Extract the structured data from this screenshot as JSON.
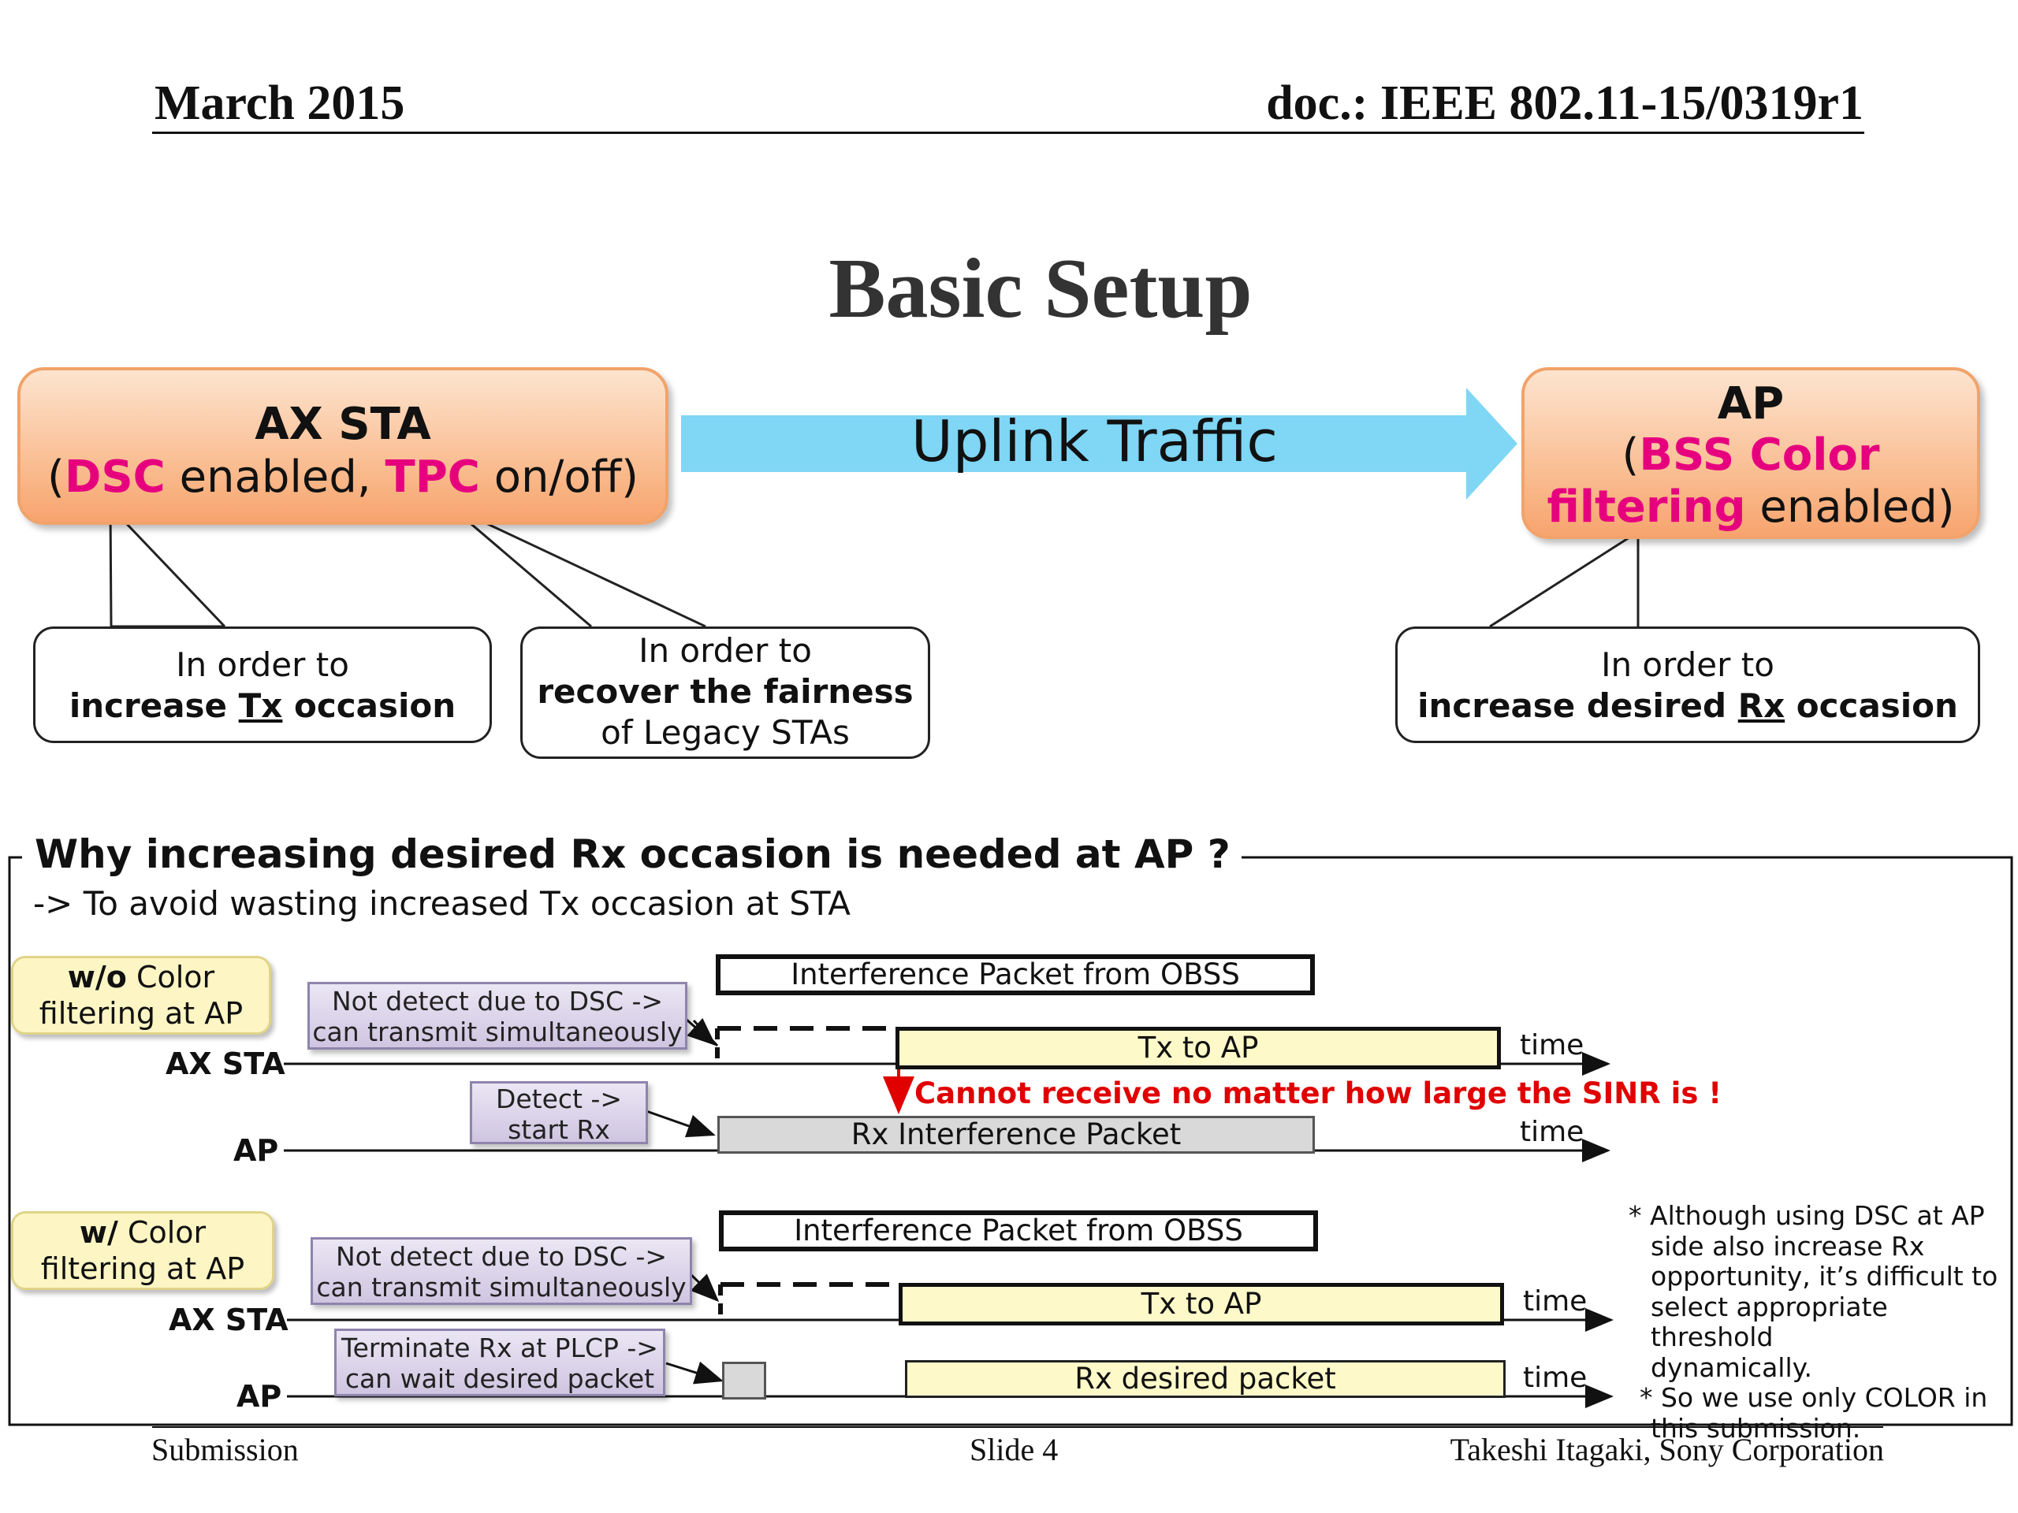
{
  "header": {
    "date": "March 2015",
    "doc": "doc.: IEEE 802.11-15/0319r1"
  },
  "title": "Basic Setup",
  "sta_box": {
    "name": "AX STA",
    "open": "(",
    "dsc": "DSC",
    "mid": " enabled, ",
    "tpc": "TPC",
    "tail": " on/off)"
  },
  "traffic_label": "Uplink Traffic",
  "ap_box": {
    "name": "AP",
    "open": "(",
    "bss": "BSS Color",
    "filtering": "filtering",
    "tail": " enabled)"
  },
  "callouts": {
    "tx": {
      "line1": "In order to",
      "pre": "increase ",
      "em": "Tx",
      "post": " occasion"
    },
    "fair": {
      "line1": "In order to",
      "line2": "recover the fairness",
      "line3": "of Legacy STAs"
    },
    "rx": {
      "line1": "In order to",
      "pre": "increase desired ",
      "em": "Rx",
      "post": " occasion"
    }
  },
  "panel": {
    "heading": "Why increasing desired Rx occasion is needed at AP ?",
    "subheading": "-> To avoid wasting increased Tx occasion at STA"
  },
  "scenario1": {
    "label_bold": "w/o",
    "label_rest": " Color",
    "label_line2": "filtering at AP",
    "note1_line1": "Not detect due to DSC ->",
    "note1_line2": "can transmit simultaneously",
    "note2_line1": "Detect ->",
    "note2_line2": "start Rx",
    "interference": "Interference Packet from OBSS",
    "tx": "Tx to AP",
    "rx": "Rx Interference Packet",
    "sta": "AX STA",
    "ap": "AP",
    "time": "time",
    "warning": "Cannot receive no matter how large the SINR is !"
  },
  "scenario2": {
    "label_bold": "w/",
    "label_rest": " Color",
    "label_line2": "filtering at AP",
    "note1_line1": "Not detect due to DSC ->",
    "note1_line2": "can transmit simultaneously",
    "note2_line1": "Terminate Rx at PLCP ->",
    "note2_line2": "can wait desired packet",
    "interference": "Interference Packet from OBSS",
    "tx": "Tx to AP",
    "rx": "Rx desired packet",
    "sta": "AX STA",
    "ap": "AP",
    "time": "time"
  },
  "notes": [
    "* Although using DSC at AP",
    "side also increase Rx",
    "opportunity, it’s difficult to",
    "select appropriate threshold",
    "dynamically.",
    "* So we use only COLOR in",
    "this submission."
  ],
  "footer": {
    "left": "Submission",
    "center": "Slide 4",
    "right": "Takeshi Itagaki, Sony Corporation"
  },
  "colors": {
    "accent_pink": "#e6007e",
    "arrow_blue": "#7fd6f5",
    "warning_red": "#e00000"
  }
}
